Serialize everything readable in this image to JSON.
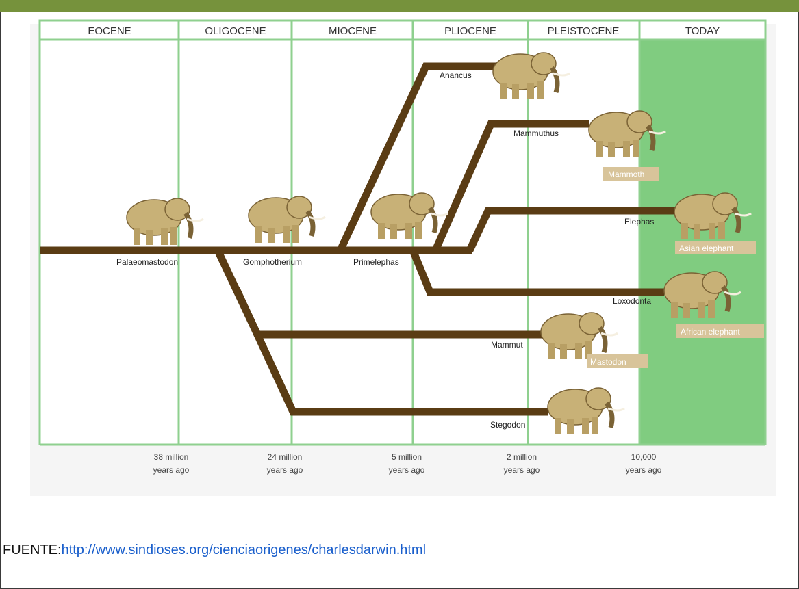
{
  "header_bar": {
    "color": "#76923c"
  },
  "diagram": {
    "epochs": [
      "EOCENE",
      "OLIGOCENE",
      "MIOCENE",
      "PLIOCENE",
      "PLEISTOCENE",
      "TODAY"
    ],
    "time_labels": [
      {
        "line1": "38 million",
        "line2": "years ago"
      },
      {
        "line1": "24 million",
        "line2": "years ago"
      },
      {
        "line1": "5 million",
        "line2": "years ago"
      },
      {
        "line1": "2 million",
        "line2": "years ago"
      },
      {
        "line1": "10,000",
        "line2": "years ago"
      }
    ],
    "genera": {
      "palaeomastodon": "Palaeomastodon",
      "gomphotherium": "Gomphotherium",
      "primelephas": "Primelephas",
      "anancus": "Anancus",
      "mammuthus": "Mammuthus",
      "elephas": "Elephas",
      "loxodonta": "Loxodonta",
      "mammut": "Mammut",
      "stegodon": "Stegodon"
    },
    "common_names": {
      "mammoth": "Mammoth",
      "asian_elephant": "Asian elephant",
      "african_elephant": "African elephant",
      "mastodon": "Mastodon"
    },
    "colors": {
      "grid_line": "#8fd08f",
      "today_band": "#80cc80",
      "branch": "#5a3c14",
      "animal": "#c8b177",
      "label_box": "#d8c49a"
    }
  },
  "source": {
    "prefix": "FUENTE:",
    "url": "http://www.sindioses.org/cienciaorigenes/charlesdarwin.html"
  }
}
